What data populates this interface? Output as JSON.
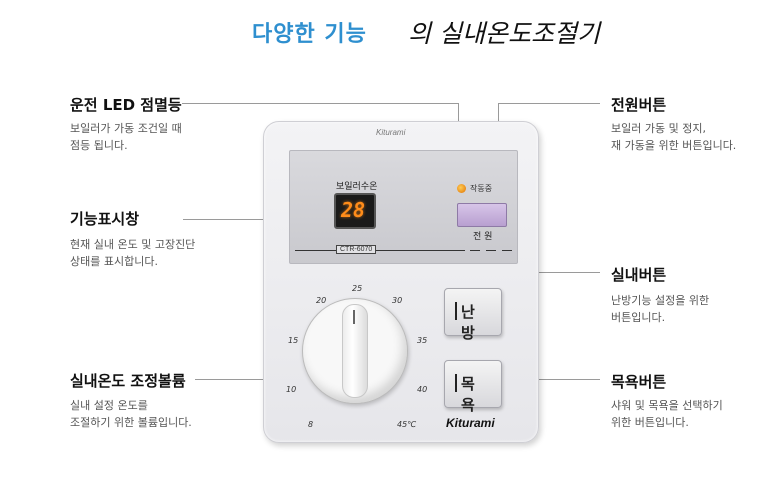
{
  "title": {
    "accent": "다양한 기능",
    "suffix": "의 실내온도조절기"
  },
  "features": {
    "led": {
      "title": "운전 LED 점멸등",
      "desc": "보일러가 가동 조건일 때\n점등 됩니다."
    },
    "display": {
      "title": "기능표시창",
      "desc": "현재 실내 온도 및 고장진단\n상태를 표시합니다."
    },
    "knob": {
      "title": "실내온도 조정볼륨",
      "desc": "실내 설정 온도를\n조절하기 위한 볼륨입니다."
    },
    "power": {
      "title": "전원버튼",
      "desc": "보일러 가동 및 정지,\n재 가동을 위한 버튼입니다."
    },
    "heat": {
      "title": "실내버튼",
      "desc": "난방기능 설정을 위한\n버튼입니다."
    },
    "bath": {
      "title": "목욕버튼",
      "desc": "샤워 및 목욕을 선택하기\n위한 버튼입니다."
    }
  },
  "device": {
    "brand_top": "Kiturami",
    "boiler_temp_label": "보일러수온",
    "display_value": "28",
    "model": "CTR-6070",
    "led_label": "작동중",
    "power_label": "전 원",
    "heat_button": "난 방",
    "bath_button": "목 욕",
    "brand_bottom": "Kiturami",
    "scale": [
      "8",
      "10",
      "15",
      "20",
      "25",
      "30",
      "35",
      "40",
      "45℃"
    ]
  },
  "colors": {
    "accent": "#2e8fcf",
    "display_digits": "#ff8c1a",
    "power_button": "#c4afdc"
  }
}
